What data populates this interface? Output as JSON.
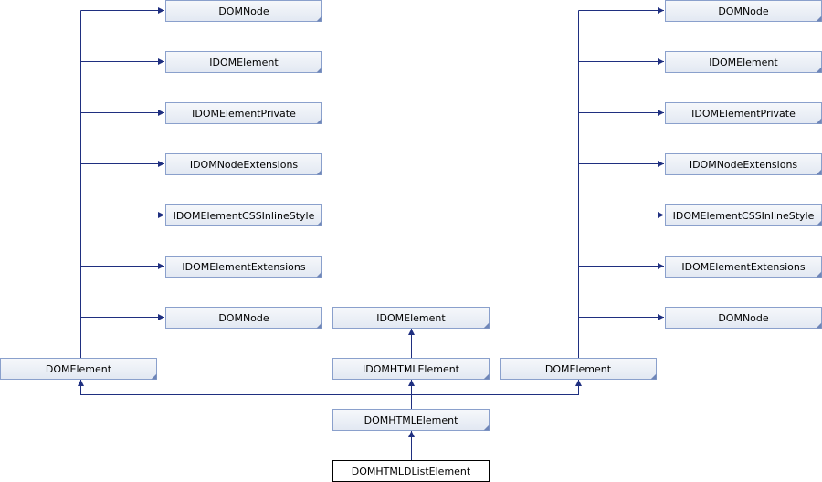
{
  "colors": {
    "box_fill_top": "#f6f8fb",
    "box_fill_bottom": "#e2e8f2",
    "box_border": "#8aa0cc",
    "box_corner": "#6f86b8",
    "focus_fill": "#ffffff",
    "focus_border": "#000000",
    "edge": "#1f2f80"
  },
  "nodes": {
    "l_domnode_1": "DOMNode",
    "l_idomelement": "IDOMElement",
    "l_idomelementprivate": "IDOMElementPrivate",
    "l_idomnodeextensions": "IDOMNodeExtensions",
    "l_idomelementcssinlinestyle": "IDOMElementCSSInlineStyle",
    "l_idomelementextensions": "IDOMElementExtensions",
    "l_domnode_2": "DOMNode",
    "l_domelement": "DOMElement",
    "c_idomelement": "IDOMElement",
    "c_idomhtmlelement": "IDOMHTMLElement",
    "c_domhtmlelement": "DOMHTMLElement",
    "c_domhtmldlistelement": "DOMHTMLDListElement",
    "r_domnode_1": "DOMNode",
    "r_idomelement": "IDOMElement",
    "r_idomelementprivate": "IDOMElementPrivate",
    "r_idomnodeextensions": "IDOMNodeExtensions",
    "r_idomelementcssinlinestyle": "IDOMElementCSSInlineStyle",
    "r_idomelementextensions": "IDOMElementExtensions",
    "r_domnode_2": "DOMNode",
    "r_domelement": "DOMElement"
  }
}
